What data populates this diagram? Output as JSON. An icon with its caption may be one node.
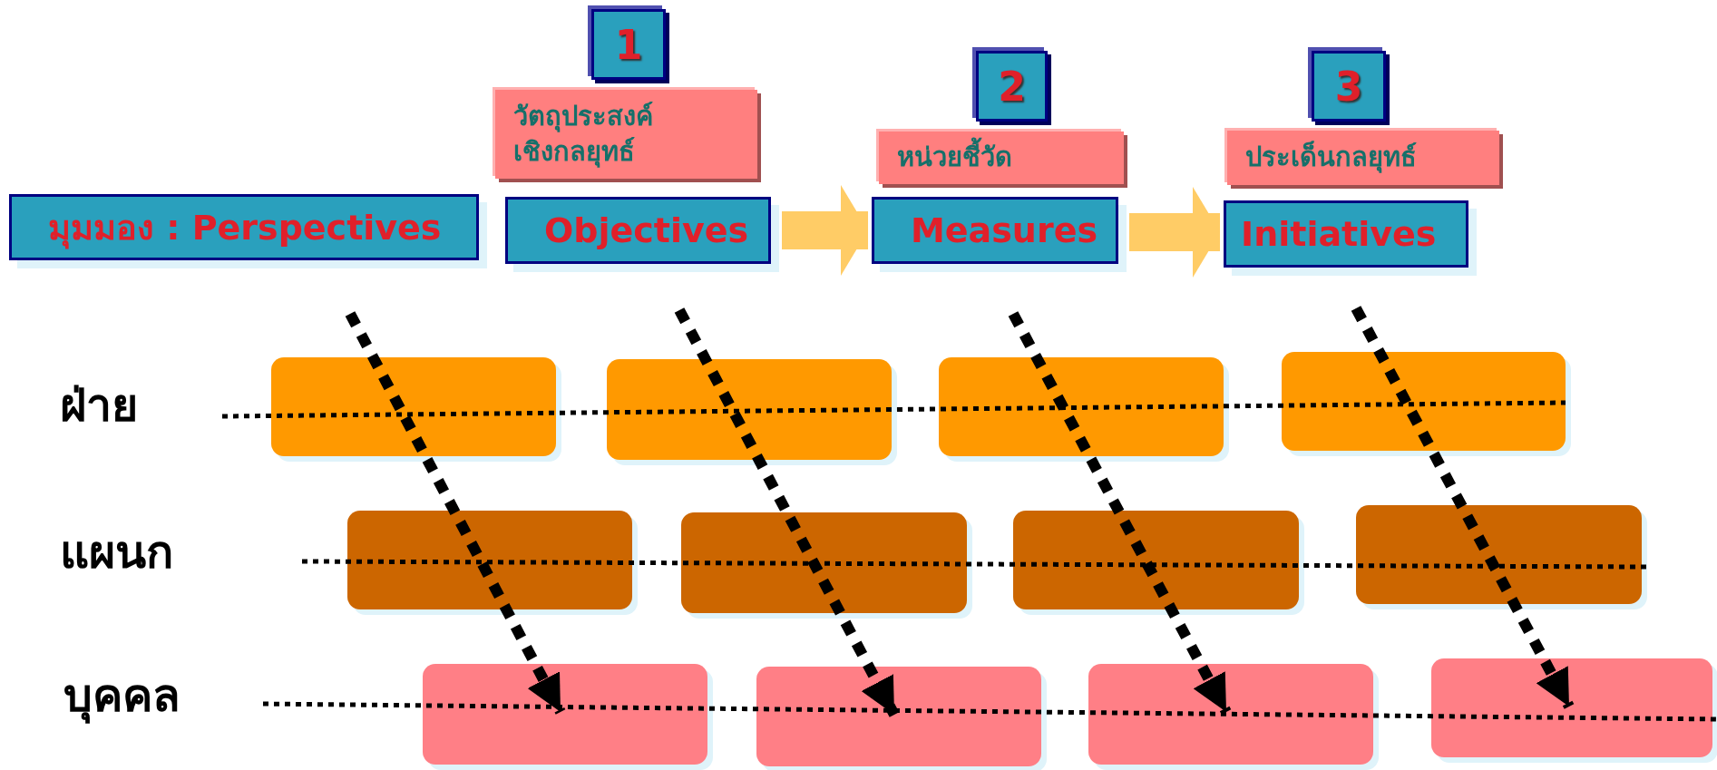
{
  "diagram": {
    "nodes": [
      {
        "text": [
          "1"
        ]
      },
      {
        "text": [
          "วัตถุประสงค์ เชิงกลยุทธ์"
        ]
      },
      {
        "text": [
          "2"
        ]
      },
      {
        "text": [
          "3"
        ]
      },
      {
        "text": [
          "หน่วยชี้วัด"
        ]
      },
      {
        "text": [
          "ประเด็นกลยุทธ์"
        ]
      },
      {
        "text": [
          "มุมมอง : Perspectives"
        ]
      },
      {
        "text": [
          "Objectives"
        ]
      },
      {
        "text": [
          "Measures"
        ]
      },
      {
        "text": [
          "Initiatives"
        ]
      },
      {
        "text": [
          "ฝ่าย"
        ]
      },
      {
        "text": [],
        "shape": "box"
      },
      {
        "text": [],
        "shape": "box"
      },
      {
        "text": [],
        "shape": "box"
      },
      {
        "text": [],
        "shape": "box"
      },
      {
        "text": [
          "แผนก"
        ]
      },
      {
        "text": [],
        "shape": "box"
      },
      {
        "text": [],
        "shape": "box"
      },
      {
        "text": [],
        "shape": "box"
      },
      {
        "text": [],
        "shape": "box"
      },
      {
        "text": [
          "บุคคล"
        ]
      },
      {
        "text": [],
        "shape": "box"
      },
      {
        "text": [],
        "shape": "box"
      },
      {
        "text": [],
        "shape": "box"
      },
      {
        "text": [],
        "shape": "box"
      }
    ],
    "edges": [
      {
        "from": 7,
        "to": 8,
        "arrow": "to",
        "style": "thick",
        "color": "#ffcc66"
      },
      {
        "from": 8,
        "to": 9,
        "arrow": "to",
        "style": "thick",
        "color": "#ffcc66"
      },
      {
        "from": null,
        "to": 21,
        "arrow": "to",
        "style": "dashed"
      },
      {
        "from": null,
        "to": 22,
        "arrow": "to",
        "style": "dashed"
      },
      {
        "from": null,
        "to": 23,
        "arrow": "to",
        "style": "dashed"
      },
      {
        "from": null,
        "to": 24,
        "arrow": "to",
        "style": "dashed"
      }
    ]
  }
}
